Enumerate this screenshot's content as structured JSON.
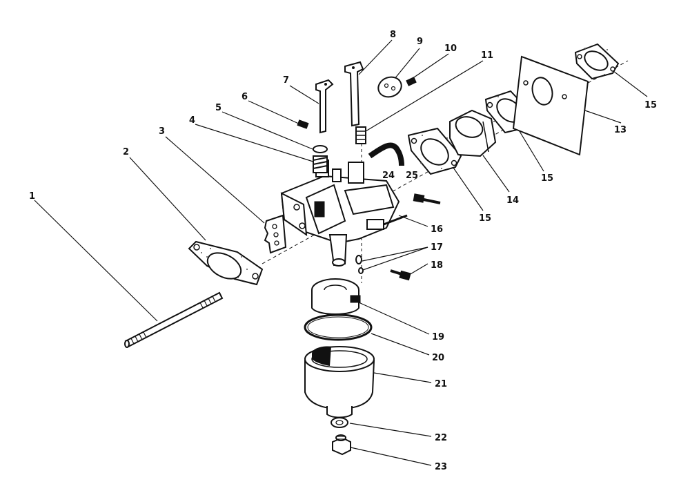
{
  "diagram": {
    "callouts": [
      {
        "id": "c1",
        "text": "1"
      },
      {
        "id": "c2",
        "text": "2"
      },
      {
        "id": "c3",
        "text": "3"
      },
      {
        "id": "c4",
        "text": "4"
      },
      {
        "id": "c5",
        "text": "5"
      },
      {
        "id": "c6",
        "text": "6"
      },
      {
        "id": "c7",
        "text": "7"
      },
      {
        "id": "c8",
        "text": "8"
      },
      {
        "id": "c9",
        "text": "9"
      },
      {
        "id": "c10",
        "text": "10"
      },
      {
        "id": "c11",
        "text": "11"
      },
      {
        "id": "c13",
        "text": "13"
      },
      {
        "id": "c14",
        "text": "14"
      },
      {
        "id": "c15a",
        "text": "15"
      },
      {
        "id": "c15b",
        "text": "15"
      },
      {
        "id": "c15c",
        "text": "15"
      },
      {
        "id": "c16",
        "text": "16"
      },
      {
        "id": "c17",
        "text": "17"
      },
      {
        "id": "c18",
        "text": "18"
      },
      {
        "id": "c19",
        "text": "19"
      },
      {
        "id": "c20",
        "text": "20"
      },
      {
        "id": "c21",
        "text": "21"
      },
      {
        "id": "c22",
        "text": "22"
      },
      {
        "id": "c23",
        "text": "23"
      },
      {
        "id": "c24",
        "text": "24"
      },
      {
        "id": "c25",
        "text": "25"
      }
    ]
  }
}
